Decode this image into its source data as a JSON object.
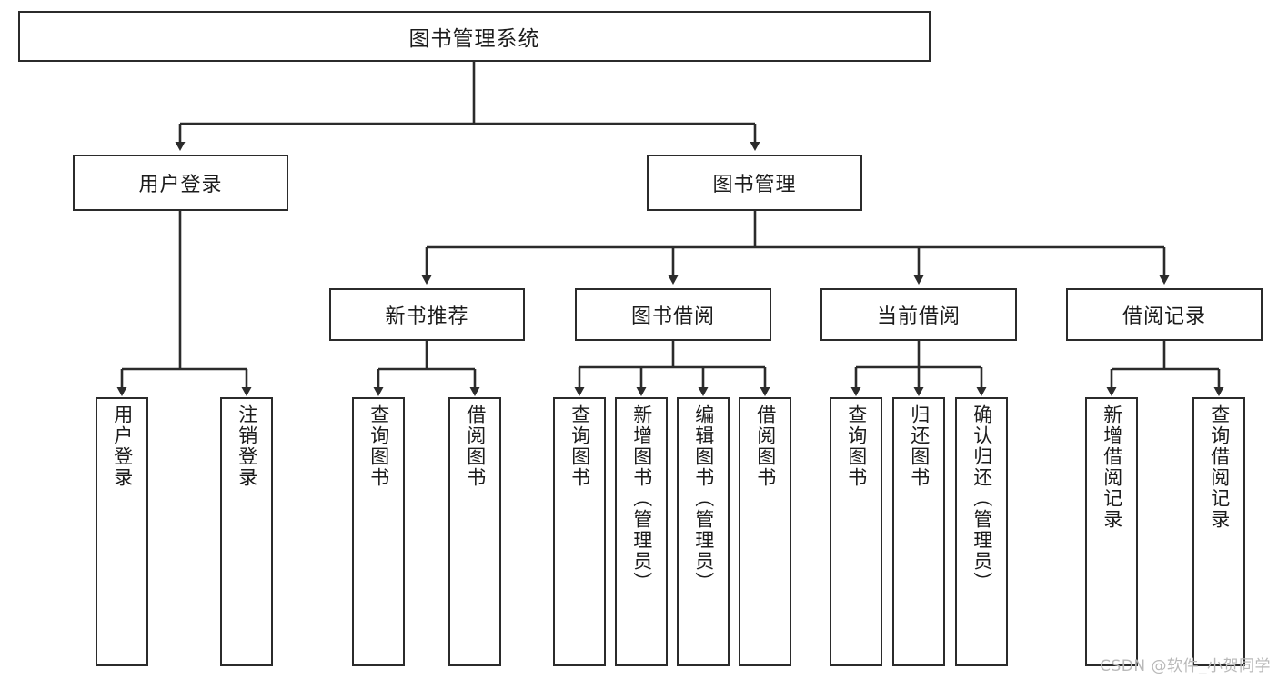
{
  "diagram": {
    "type": "hierarchy-tree",
    "title": "图书管理系统",
    "orientation": "top-down",
    "levels": 4,
    "root": {
      "label": "图书管理系统"
    },
    "level2": [
      {
        "label": "用户登录"
      },
      {
        "label": "图书管理"
      }
    ],
    "level3": [
      {
        "label": "新书推荐"
      },
      {
        "label": "图书借阅"
      },
      {
        "label": "当前借阅"
      },
      {
        "label": "借阅记录"
      }
    ],
    "leaves": {
      "user_login": [
        {
          "label": "用户登录"
        },
        {
          "label": "注销登录"
        }
      ],
      "new_book": [
        {
          "label": "查询图书"
        },
        {
          "label": "借阅图书"
        }
      ],
      "book_borrow": [
        {
          "label": "查询图书"
        },
        {
          "label": "新增图书（管理员）"
        },
        {
          "label": "编辑图书（管理员）"
        },
        {
          "label": "借阅图书"
        }
      ],
      "current_borrow": [
        {
          "label": "查询图书"
        },
        {
          "label": "归还图书"
        },
        {
          "label": "确认归还（管理员）"
        }
      ],
      "borrow_record": [
        {
          "label": "新增借阅记录"
        },
        {
          "label": "查询借阅记录"
        }
      ]
    }
  },
  "watermark": {
    "text": "CSDN @软件_小贺同学"
  },
  "colors": {
    "box_border": "#2b2b2b",
    "box_fill": "#ffffff",
    "text": "#1c1c1c",
    "edge": "#2b2b2b",
    "watermark": "#b9b9b9",
    "background": "#ffffff"
  }
}
